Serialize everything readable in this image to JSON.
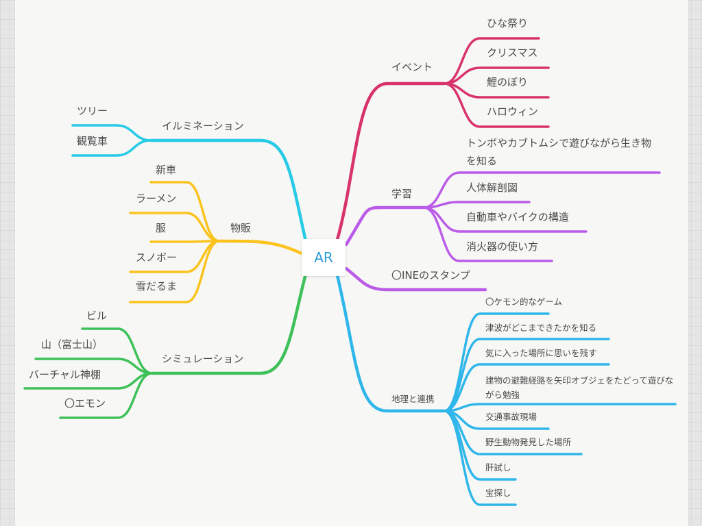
{
  "colors": {
    "event": "#d8336b",
    "learning": "#bb5ce8",
    "stamp": "#bb5ce8",
    "geo": "#2fb6ea",
    "illumination": "#27cbe6",
    "sales": "#fac31d",
    "simulation": "#3ec159"
  },
  "center": {
    "label": "AR"
  },
  "branches": {
    "event": {
      "label": "イベント",
      "children": [
        "ひな祭り",
        "クリスマス",
        "鯉のぼり",
        "ハロウィン"
      ]
    },
    "learning": {
      "label": "学習",
      "children": [
        "トンボやカブトムシで遊びながら生き物を知る",
        "人体解剖図",
        "自動車やバイクの構造",
        "消火器の使い方"
      ]
    },
    "stamp": {
      "label": "〇INEのスタンプ"
    },
    "geo": {
      "label": "地理と連携",
      "children": [
        "〇ケモン的なゲーム",
        "津波がどこまできたかを知る",
        "気に入った場所に思いを残す",
        "建物の避難経路を矢印オブジェをたどって遊びながら勉強",
        "交通事故現場",
        "野生動物発見した場所",
        "肝試し",
        "宝探し"
      ]
    },
    "illumination": {
      "label": "イルミネーション",
      "children": [
        "ツリー",
        "観覧車"
      ]
    },
    "sales": {
      "label": "物販",
      "children": [
        "新車",
        "ラーメン",
        "服",
        "スノボー",
        "雪だるま"
      ]
    },
    "simulation": {
      "label": "シミュレーション",
      "children": [
        "ビル",
        "山（富士山）",
        "バーチャル神棚",
        "〇エモン"
      ]
    }
  }
}
